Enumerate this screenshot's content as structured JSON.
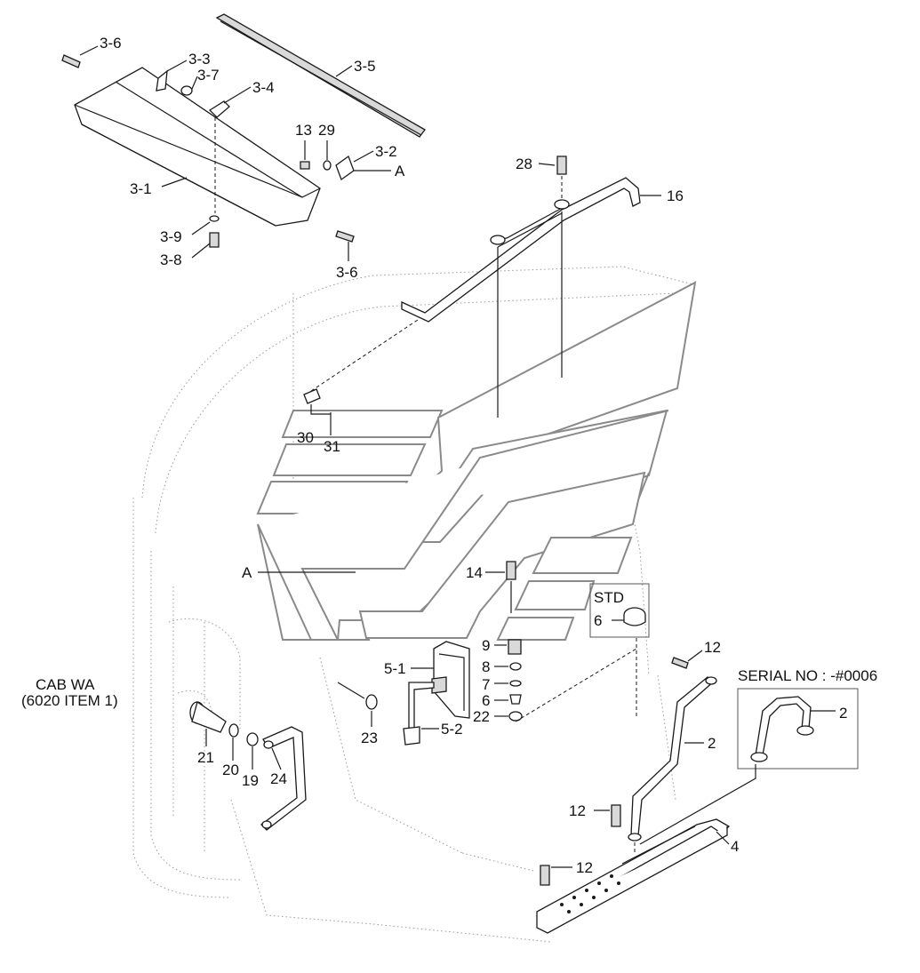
{
  "labels": {
    "l_3_6a": "3-6",
    "l_3_3": "3-3",
    "l_3_7": "3-7",
    "l_3_4": "3-4",
    "l_3_5": "3-5",
    "l_13": "13",
    "l_29": "29",
    "l_3_2": "3-2",
    "l_a1": "A",
    "l_3_1": "3-1",
    "l_3_9": "3-9",
    "l_3_8": "3-8",
    "l_3_6b": "3-6",
    "l_28": "28",
    "l_16": "16",
    "l_30": "30",
    "l_31": "31",
    "l_a2": "A",
    "l_14": "14",
    "std_title": "STD",
    "l_6a": "6",
    "l_9": "9",
    "l_8": "8",
    "l_7": "7",
    "l_6b": "6",
    "l_22": "22",
    "l_5_1": "5-1",
    "l_5_2": "5-2",
    "l_23": "23",
    "cab_line1": "CAB WA",
    "cab_line2": "(6020 ITEM 1)",
    "l_21": "21",
    "l_20": "20",
    "l_19": "19",
    "l_24": "24",
    "l_12a": "12",
    "l_2a": "2",
    "l_12b": "12",
    "l_4": "4",
    "l_12c": "12",
    "serial_title": "SERIAL NO : -#0006",
    "l_2b": "2"
  }
}
